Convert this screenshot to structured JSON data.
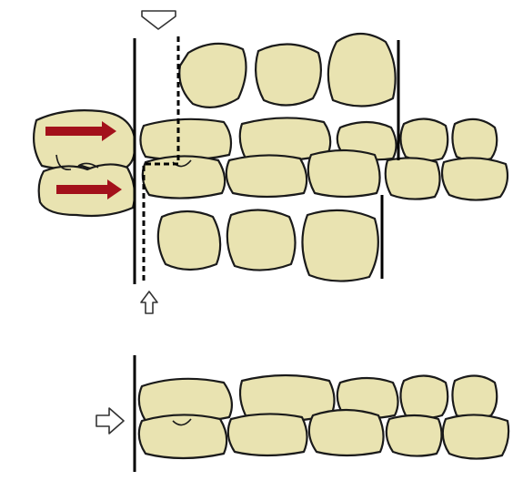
{
  "figure": {
    "tooth_fill": "#e9e3b1",
    "outline_color": "#1a1a1a",
    "arrow_color": "#a3111b",
    "elements": [
      "upper-arch-row",
      "occlusion-upper-row",
      "occlusion-lower-row",
      "lower-arch-row",
      "result-upper-row",
      "result-lower-row",
      "molar-group-left",
      "solid-reference-line",
      "dashed-reference-line",
      "red-push-arrows",
      "open-direction-arrows"
    ]
  }
}
